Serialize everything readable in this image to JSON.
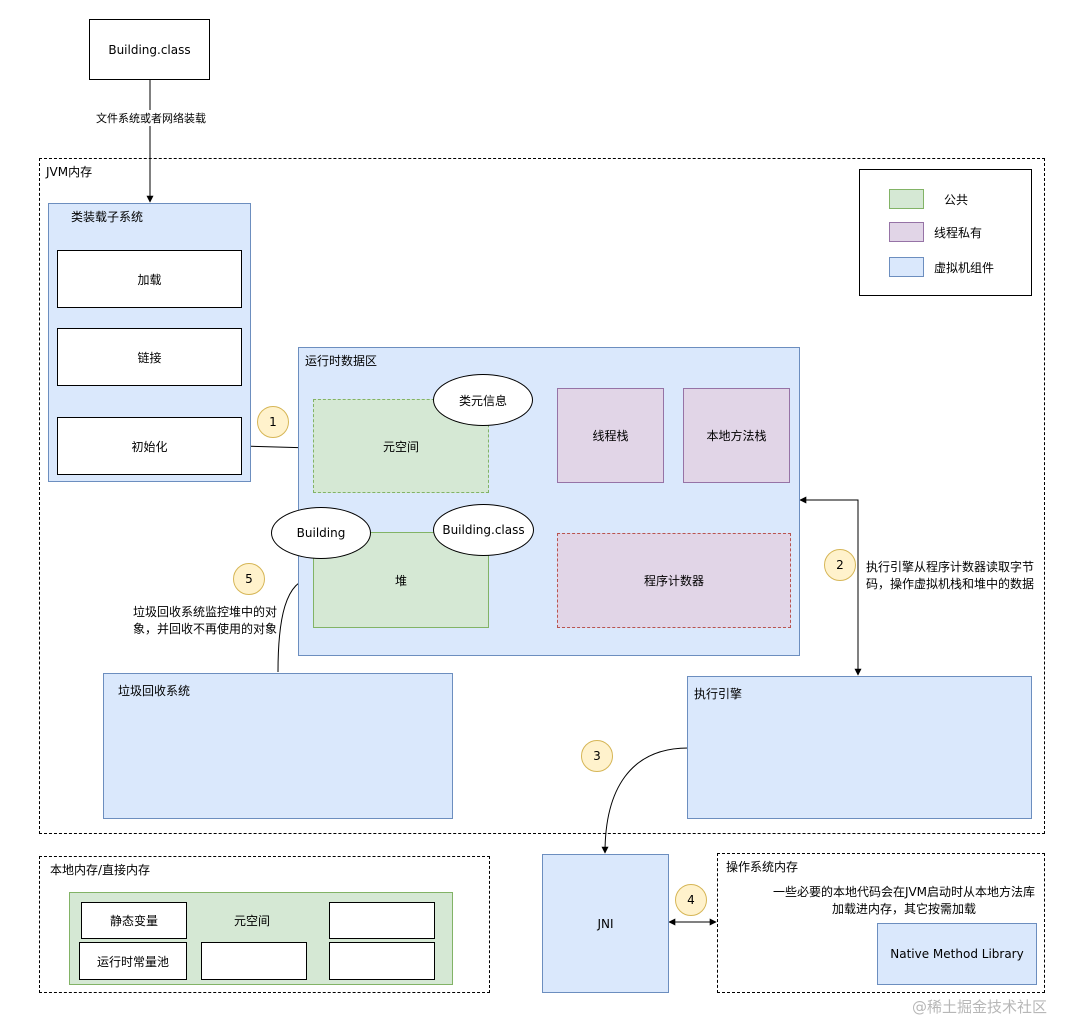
{
  "top": {
    "building_class": "Building.class",
    "load_label": "文件系统或者网络装载"
  },
  "jvm": {
    "title": "JVM内存"
  },
  "legend": {
    "items": [
      {
        "label": "公共",
        "color": "#d5e8d4"
      },
      {
        "label": "线程私有",
        "color": "#e1d5e7"
      },
      {
        "label": "虚拟机组件",
        "color": "#dae8fc"
      }
    ]
  },
  "classloader": {
    "title": "类装载子系统",
    "steps": [
      "加载",
      "链接",
      "初始化"
    ]
  },
  "runtime": {
    "title": "运行时数据区",
    "metaspace": "元空间",
    "class_meta": "类元信息",
    "thread_stack": "线程栈",
    "native_stack": "本地方法栈",
    "heap": "堆",
    "heap_obj": "Building",
    "heap_class": "Building.class",
    "pc": "程序计数器"
  },
  "badges": [
    "1",
    "2",
    "3",
    "4",
    "5"
  ],
  "gc": {
    "title": "垃圾回收系统",
    "note": "垃圾回收系统监控堆中的对象，并回收不再使用的对象"
  },
  "engine": {
    "title": "执行引擎",
    "note": "执行引擎从程序计数器读取字节码，操作虚拟机栈和堆中的数据"
  },
  "native_mem": {
    "title": "本地内存/直接内存",
    "metaspace": "元空间",
    "static_var": "静态变量",
    "const_pool": "运行时常量池"
  },
  "jni": {
    "label": "JNI"
  },
  "os_mem": {
    "title": "操作系统内存",
    "note": "一些必要的本地代码会在JVM启动时从本地方法库加载进内存，其它按需加载",
    "library": "Native Method Library"
  },
  "watermark": "@稀土掘金技术社区"
}
